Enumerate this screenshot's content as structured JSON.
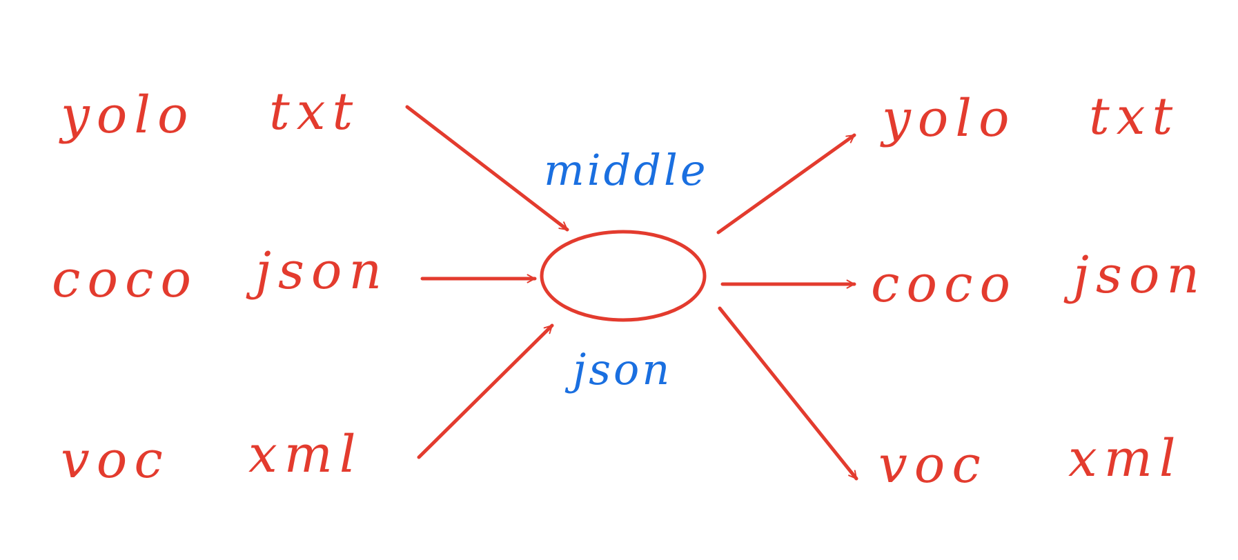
{
  "colors": {
    "stroke": "#e33b2e",
    "center_text": "#1a6fe0",
    "background": "#ffffff"
  },
  "left": [
    {
      "format": "yolo",
      "ext": "txt"
    },
    {
      "format": "coco",
      "ext": "json"
    },
    {
      "format": "voc",
      "ext": "xml"
    }
  ],
  "center": {
    "top": "middle",
    "bottom": "json"
  },
  "right": [
    {
      "format": "yolo",
      "ext": "txt"
    },
    {
      "format": "coco",
      "ext": "json"
    },
    {
      "format": "voc",
      "ext": "xml"
    }
  ]
}
